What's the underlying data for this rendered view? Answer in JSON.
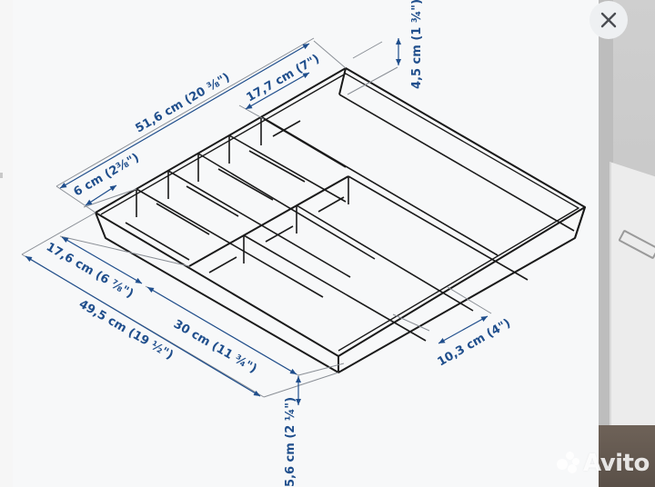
{
  "viewer": {
    "image_alt": "Cutlery tray dimension drawing",
    "colors": {
      "dimension": "#1f4e8c",
      "leader_line": "#8a8f96",
      "outline": "#1a1a1a",
      "background": "#f7f8f9"
    }
  },
  "dimensions": {
    "overall_length": "51,6 cm (20 ⅜\")",
    "large_compartment_width": "17,7 cm (7\")",
    "height_back": "4,5 cm (1 ¾\")",
    "small_compartment_width": "6 cm (2⅜\")",
    "front_section_depth": "17,6 cm (6 ⅞\")",
    "overall_depth": "49,5 cm (19 ½\")",
    "rear_section_depth": "30 cm (11 ¾\")",
    "height_front": "5,6 cm (2 ¼\")",
    "medium_compartment_width": "10,3 cm (4\")"
  },
  "controls": {
    "close_label": "×"
  },
  "watermark": {
    "brand": "Avito"
  }
}
